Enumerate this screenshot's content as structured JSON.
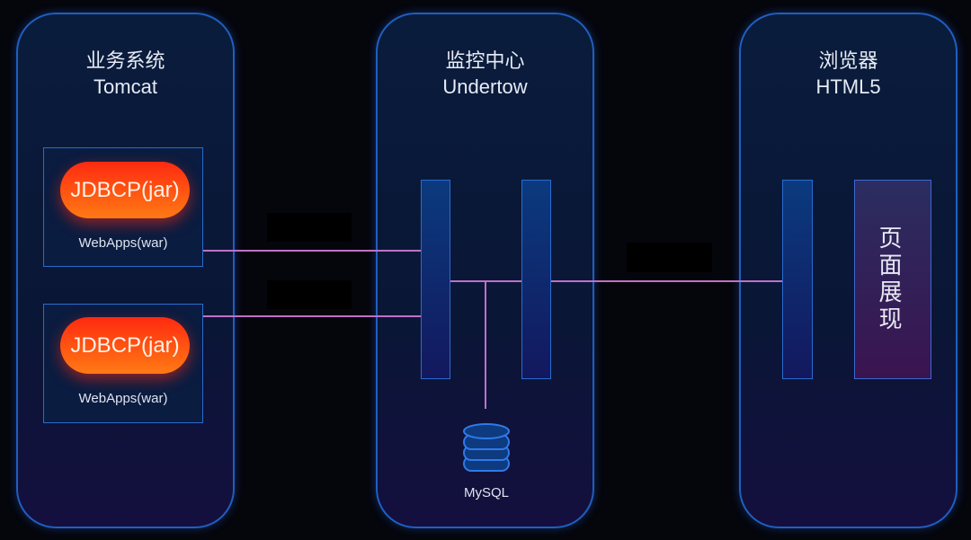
{
  "columns": [
    {
      "title": "业务系统",
      "subtitle": "Tomcat"
    },
    {
      "title": "监控中心",
      "subtitle": "Undertow"
    },
    {
      "title": "浏览器",
      "subtitle": "HTML5"
    }
  ],
  "apps": [
    {
      "pill": "JDBCP(jar)",
      "label": "WebApps(war)"
    },
    {
      "pill": "JDBCP(jar)",
      "label": "WebApps(war)"
    }
  ],
  "database": {
    "label": "MySQL"
  },
  "page_display": {
    "label": "页面展现"
  },
  "colors": {
    "panel_border": "#1f5fc0",
    "pill": "#ff4a12",
    "connector": "#c070c8"
  }
}
